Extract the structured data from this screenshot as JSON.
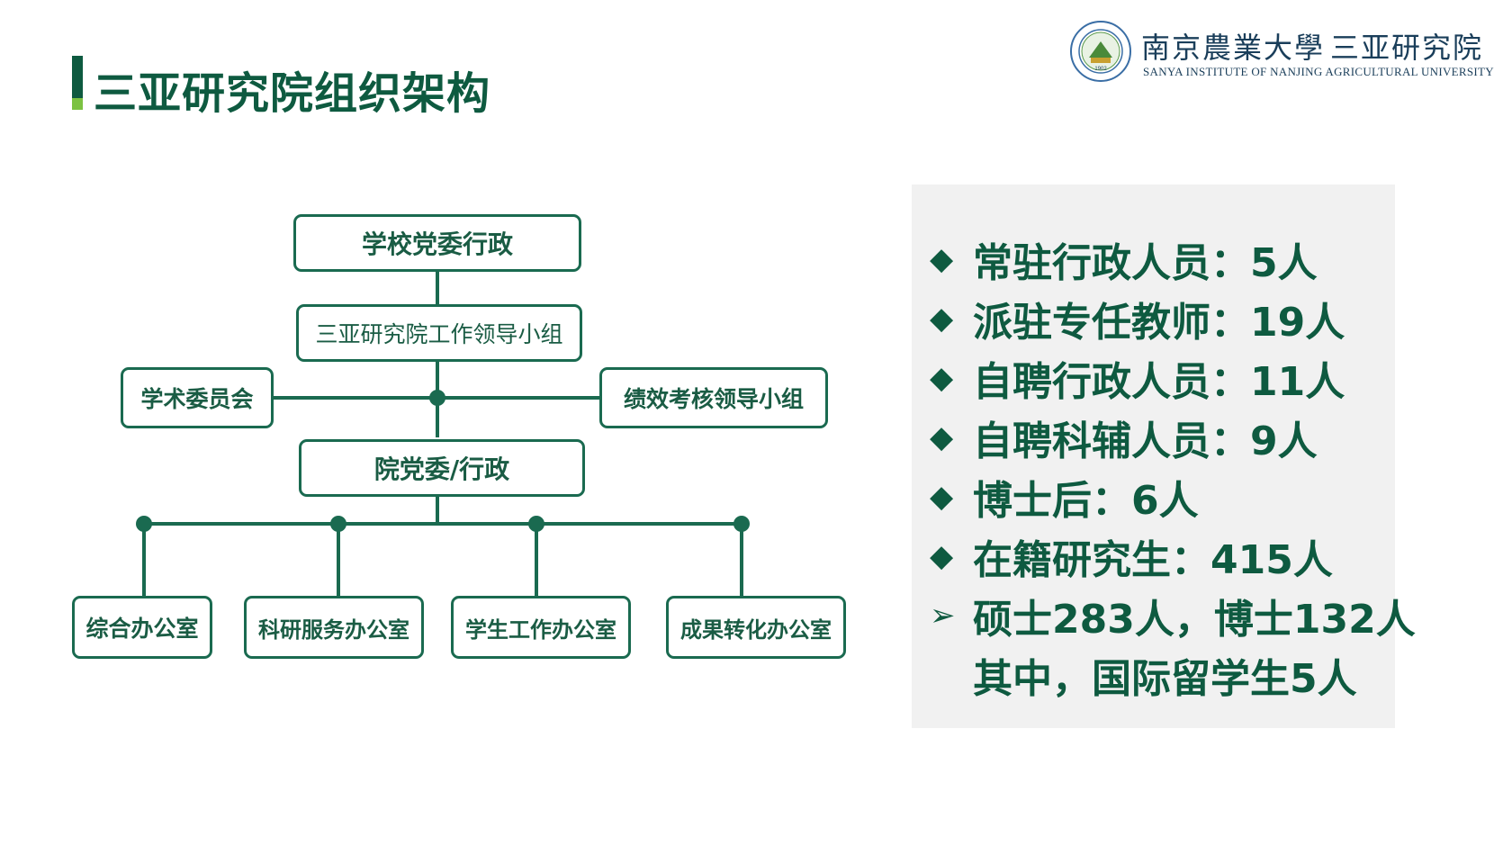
{
  "header": {
    "title": "三亚研究院组织架构"
  },
  "logo": {
    "name": "南京農業大學",
    "institute": "三亚研究院",
    "subtitle": "SANYA INSTITUTE OF NANJING AGRICULTURAL UNIVERSITY",
    "seal_year": "1902"
  },
  "org_chart": {
    "top": "学校党委行政",
    "leadership": "三亚研究院工作领导小组",
    "left_committee": "学术委员会",
    "right_committee": "绩效考核领导小组",
    "party": "院党委/行政",
    "offices": [
      "综合办公室",
      "科研服务办公室",
      "学生工作办公室",
      "成果转化办公室"
    ]
  },
  "staff": {
    "items": [
      "常驻行政人员：5人",
      "派驻专任教师：19人",
      "自聘行政人员：11人",
      "自聘科辅人员：9人",
      "博士后：6人",
      "在籍研究生：415人"
    ],
    "sub_line_1": "硕士283人，博士132人",
    "sub_line_2": "其中，国际留学生5人"
  },
  "colors": {
    "primary_green": "#0e5a40",
    "line_green": "#1a6a50",
    "accent_light_green": "#7cc242",
    "panel_bg": "#f1f1f1",
    "logo_blue": "#1a3e5a"
  }
}
